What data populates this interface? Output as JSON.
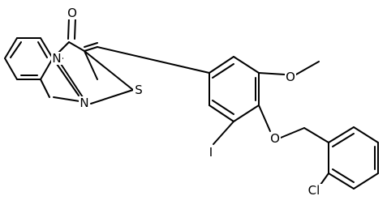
{
  "atoms": {
    "o_carbonyl": "O",
    "n_ring": "N",
    "n_imine": "N",
    "s_ring": "S",
    "o_methoxy": "O",
    "iodine": "I",
    "o_ether": "O",
    "chlorine": "Cl"
  }
}
